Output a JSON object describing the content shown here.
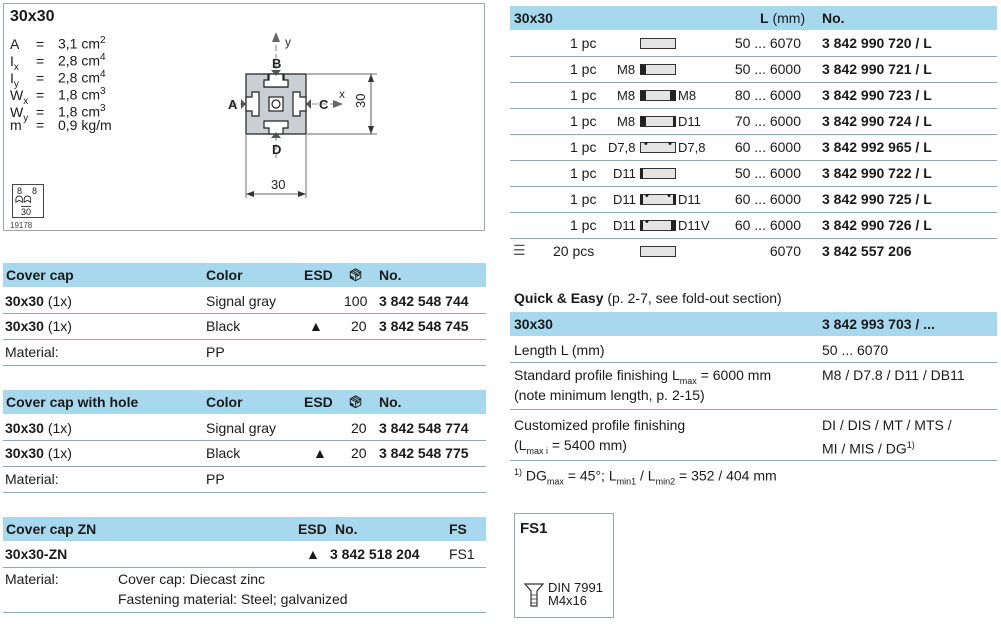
{
  "profile": {
    "title": "30x30",
    "properties": [
      {
        "key": "A",
        "sub": "",
        "value": "3,1 cm",
        "sup": "2"
      },
      {
        "key": "I",
        "sub": "x",
        "value": "2,8 cm",
        "sup": "4"
      },
      {
        "key": "I",
        "sub": "y",
        "value": "2,8 cm",
        "sup": "4"
      },
      {
        "key": "W",
        "sub": "x",
        "value": "1,8 cm",
        "sup": "3"
      },
      {
        "key": "W",
        "sub": "y",
        "value": "1,8 cm",
        "sup": "3"
      },
      {
        "key": "m",
        "sub": "",
        "value": "0,9 kg/m",
        "sup": ""
      }
    ],
    "eq": "=",
    "drawing": {
      "dim_width": "30",
      "dim_height": "30",
      "label_a": "A",
      "label_b": "B",
      "label_c": "C",
      "label_d": "D",
      "axis_x": "x",
      "axis_y": "y"
    },
    "slot_icon": {
      "left": "8",
      "right": "8",
      "bottom": "30"
    },
    "drawing_number": "19178"
  },
  "cover_cap": {
    "headers": {
      "name": "Cover cap",
      "color": "Color",
      "esd": "ESD",
      "no": "No."
    },
    "rows": [
      {
        "name": "30x30",
        "qty": "(1x)",
        "color": "Signal gray",
        "esd": false,
        "pack": "100",
        "no": "3 842 548 744"
      },
      {
        "name": "30x30",
        "qty": "(1x)",
        "color": "Black",
        "esd": true,
        "pack": "20",
        "no": "3 842 548 745"
      }
    ],
    "material_label": "Material:",
    "material": "PP"
  },
  "cover_cap_hole": {
    "headers": {
      "name": "Cover cap with hole",
      "color": "Color",
      "esd": "ESD",
      "no": "No."
    },
    "rows": [
      {
        "name": "30x30",
        "qty": "(1x)",
        "color": "Signal gray",
        "esd": false,
        "pack": "20",
        "no": "3 842 548 774"
      },
      {
        "name": "30x30",
        "qty": "(1x)",
        "color": "Black",
        "esd": true,
        "pack": "20",
        "no": "3 842 548 775"
      }
    ],
    "material_label": "Material:",
    "material": "PP"
  },
  "cover_cap_zn": {
    "headers": {
      "name": "Cover cap ZN",
      "esd": "ESD",
      "no": "No.",
      "fs": "FS"
    },
    "row": {
      "name": "30x30-ZN",
      "no": "3 842 518 204",
      "fs": "FS1"
    },
    "material_label": "Material:",
    "material_lines": [
      "Cover cap: Diecast zinc",
      "Fastening material: Steel; galvanized"
    ]
  },
  "profile_table": {
    "headers": {
      "name": "30x30",
      "length": "L",
      "length_unit": "(mm)",
      "no": "No."
    },
    "rows": [
      {
        "qty": "1 pc",
        "left": "",
        "right": "",
        "len": "50 ... 6070",
        "no": "3 842 990 720 / L"
      },
      {
        "qty": "1 pc",
        "left": "M8",
        "right": "",
        "len": "50 ... 6000",
        "no": "3 842 990 721 / L"
      },
      {
        "qty": "1 pc",
        "left": "M8",
        "right": "M8",
        "len": "80 ... 6000",
        "no": "3 842 990 723 / L"
      },
      {
        "qty": "1 pc",
        "left": "M8",
        "right": "D11",
        "len": "70 ... 6000",
        "no": "3 842 990 724 / L"
      },
      {
        "qty": "1 pc",
        "left": "D7,8",
        "right": "D7,8",
        "len": "60 ... 6000",
        "no": "3 842 992 965 / L"
      },
      {
        "qty": "1 pc",
        "left": "D11",
        "right": "",
        "len": "50 ... 6000",
        "no": "3 842 990 722 / L"
      },
      {
        "qty": "1 pc",
        "left": "D11",
        "right": "D11",
        "len": "60 ... 6000",
        "no": "3 842 990 725 / L"
      },
      {
        "qty": "1 pc",
        "left": "D11",
        "right": "D11V",
        "len": "60 ... 6000",
        "no": "3 842 990 726 / L"
      }
    ],
    "bundle": {
      "qty": "20 pcs",
      "len": "6070",
      "no": "3 842 557 206"
    }
  },
  "quick_easy": {
    "title": "Quick & Easy",
    "title_note": "(p. 2-7, see fold-out section)",
    "header": {
      "name": "30x30",
      "no": "3 842 993 703 / ..."
    },
    "rows": [
      {
        "label_lines": [
          "Length L (mm)"
        ],
        "value_lines": [
          "50 ... 6070"
        ]
      },
      {
        "label_lines": [
          "Standard profile finishing L",
          "(note minimum length, p. 2-15)"
        ],
        "label_sub": "max",
        "label_tail": " = 6000 mm",
        "value_lines": [
          "M8 / D7.8 / D11 / DB11"
        ]
      },
      {
        "label_lines": [
          "Customized profile finishing",
          "(L"
        ],
        "label_sub": "max i",
        "label_tail": " = 5400 mm)",
        "value_lines": [
          "DI / DIS / MT / MTS /",
          "MI / MIS / DG"
        ],
        "value_sup": "1)"
      }
    ],
    "footnote": {
      "mark": "1)",
      "text1": " DG",
      "sub1": "max",
      "text2": " = 45°; L",
      "sub2": "min1",
      "text3": " / L",
      "sub3": "min2",
      "text4": " = 352 / 404 mm"
    }
  },
  "fs1": {
    "title": "FS1",
    "line1": "DIN 7991",
    "line2": "M4x16"
  }
}
